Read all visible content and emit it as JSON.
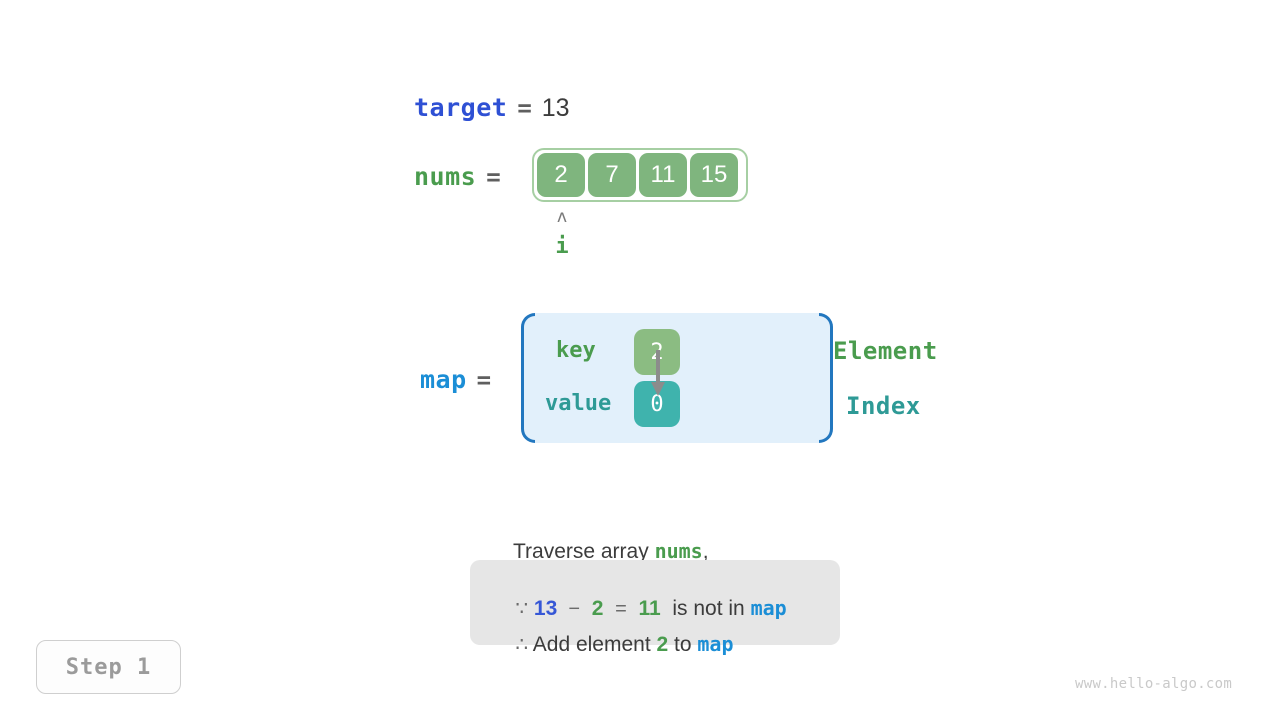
{
  "target": {
    "name": "target",
    "equals": "=",
    "value": "13"
  },
  "nums": {
    "name": "nums",
    "equals": "=",
    "cells": [
      "2",
      "7",
      "11",
      "15"
    ],
    "pointer": {
      "caret": "ʌ",
      "label": "i",
      "index": 0
    }
  },
  "map": {
    "name": "map",
    "equals": "=",
    "key_label": "key",
    "value_label": "value",
    "key_cell": "2",
    "value_cell": "0",
    "legend_element": "Element",
    "legend_index": "Index"
  },
  "caption": {
    "prefix": "Traverse array ",
    "highlight": "nums",
    "suffix": ","
  },
  "explanation": {
    "line1": {
      "symbol": "∵",
      "a": "13",
      "minus": "−",
      "b": "2",
      "eq": "=",
      "result": "11",
      "tail": "is not in ",
      "map": "map"
    },
    "line2": {
      "symbol": "∴",
      "lead": "Add element ",
      "element": "2",
      "mid": " to ",
      "map": "map"
    }
  },
  "step_badge": {
    "label": "Step  1"
  },
  "watermark": {
    "text": "www.hello-algo.com"
  },
  "colors": {
    "array_cell": "#7fb57e",
    "array_frame": "#a6cfa3",
    "key_cell": "#8bbc82",
    "value_cell": "#3fb3ad",
    "map_bg": "#e2f0fb",
    "map_bracket": "#2277bf",
    "green_text": "#4a9c4e",
    "teal_text": "#2e9a96",
    "blue_text": "#2e50d4",
    "light_blue_text": "#1b8ed6",
    "explain_bg": "#e6e6e6"
  }
}
